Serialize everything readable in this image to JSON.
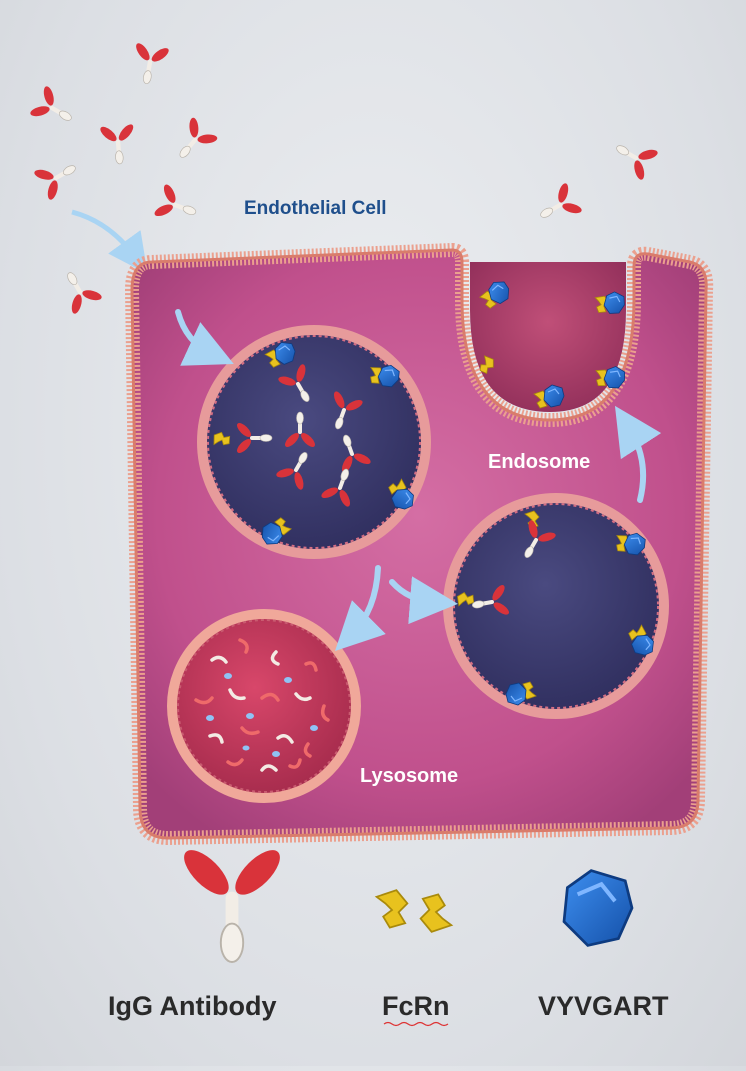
{
  "labels": {
    "endothelial_cell": "Endothelial Cell",
    "endosome": "Endosome",
    "lysosome": "Lysosome"
  },
  "legend": [
    {
      "label": "IgG Antibody",
      "icon": "igg-antibody-icon"
    },
    {
      "label": "FcRn",
      "icon": "fcrn-icon"
    },
    {
      "label": "VYVGART",
      "icon": "vyvgart-icon"
    }
  ],
  "colors": {
    "antibody_arm": "#d9333a",
    "antibody_stem": "#f2ede6",
    "fcrn": "#e8c21e",
    "vyvgart": "#1f6fd0",
    "cell_membrane": "#e89a8a",
    "cytoplasm": "#c8558f",
    "vesicle_interior": "#3b3a6e",
    "arrow": "#a9d4f3",
    "title_text": "#1f4f8c"
  }
}
